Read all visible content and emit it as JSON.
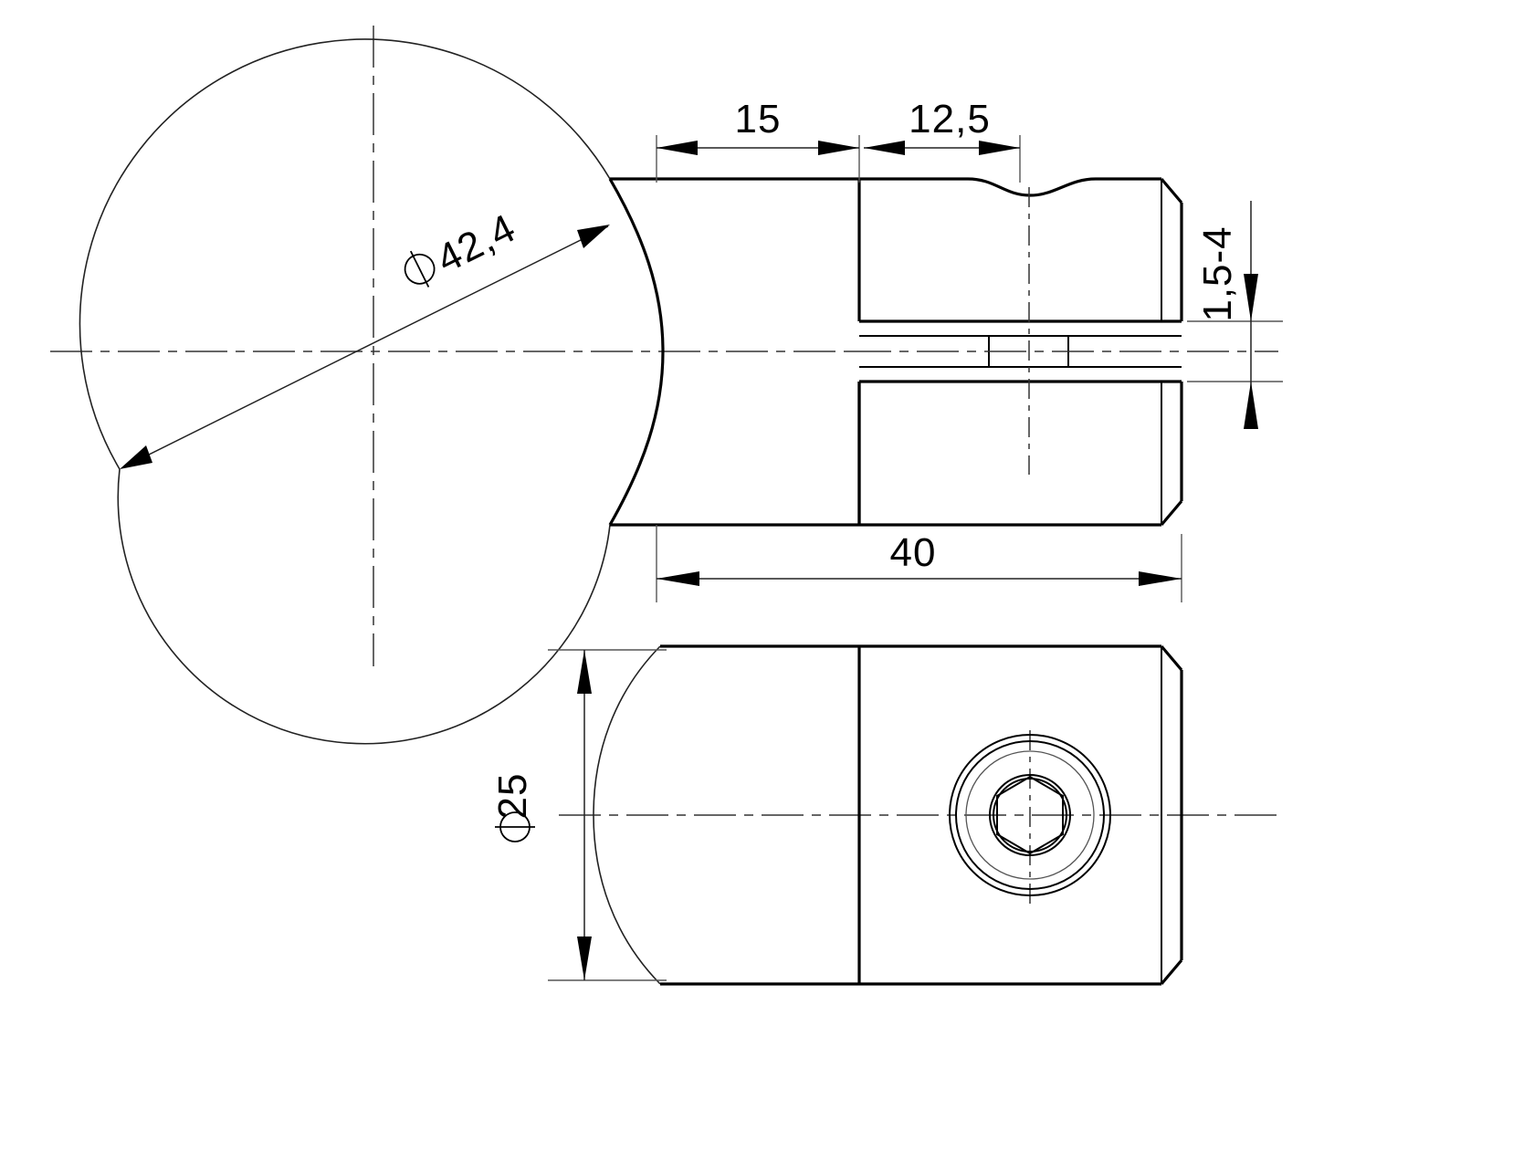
{
  "drawing": {
    "title": "Technical drawing - tube connector / glass clamp",
    "units": "mm",
    "background_color": "#ffffff",
    "line_color": "#000000"
  },
  "views": [
    {
      "id": "section-view",
      "name": "side-section-view",
      "label": ""
    },
    {
      "id": "plan-view",
      "name": "top-plan-view",
      "label": ""
    }
  ],
  "dimensions": {
    "saddle_diameter": {
      "value": "42,4",
      "symbol": "Ø",
      "name": "saddle-radius-diameter",
      "placement": "diagonal-leader-upper-left"
    },
    "length_front": {
      "value": "15",
      "symbol": "",
      "name": "front-segment-length",
      "placement": "top-horizontal-left"
    },
    "length_rear": {
      "value": "12,5",
      "symbol": "",
      "name": "rear-segment-length",
      "placement": "top-horizontal-right"
    },
    "total_length": {
      "value": "40",
      "symbol": "",
      "name": "overall-length",
      "placement": "bottom-horizontal"
    },
    "slot_width": {
      "value": "1,5-4",
      "symbol": "",
      "name": "glass-slot-width-range",
      "placement": "right-vertical-rotated"
    },
    "body_diameter": {
      "value": "25",
      "symbol": "Ø",
      "name": "body-diameter",
      "placement": "left-vertical-rotated"
    }
  },
  "features": [
    {
      "name": "tube-saddle-arc",
      "description": "concave saddle radius matching Ø42,4 tube"
    },
    {
      "name": "body-cylinder",
      "description": "Ø25 cylindrical body"
    },
    {
      "name": "glass-slot",
      "description": "slot for 1,5-4 glass"
    },
    {
      "name": "hex-socket-screw",
      "description": "hex socket grub screw, plan view"
    },
    {
      "name": "chamfer-rear",
      "description": "rear end chamfer"
    },
    {
      "name": "relief-groove",
      "description": "top relief groove on rear segment"
    }
  ],
  "colors": {
    "stroke": "#000000",
    "thin_stroke": "#555555",
    "center_stroke": "#333333",
    "paper": "#ffffff"
  }
}
